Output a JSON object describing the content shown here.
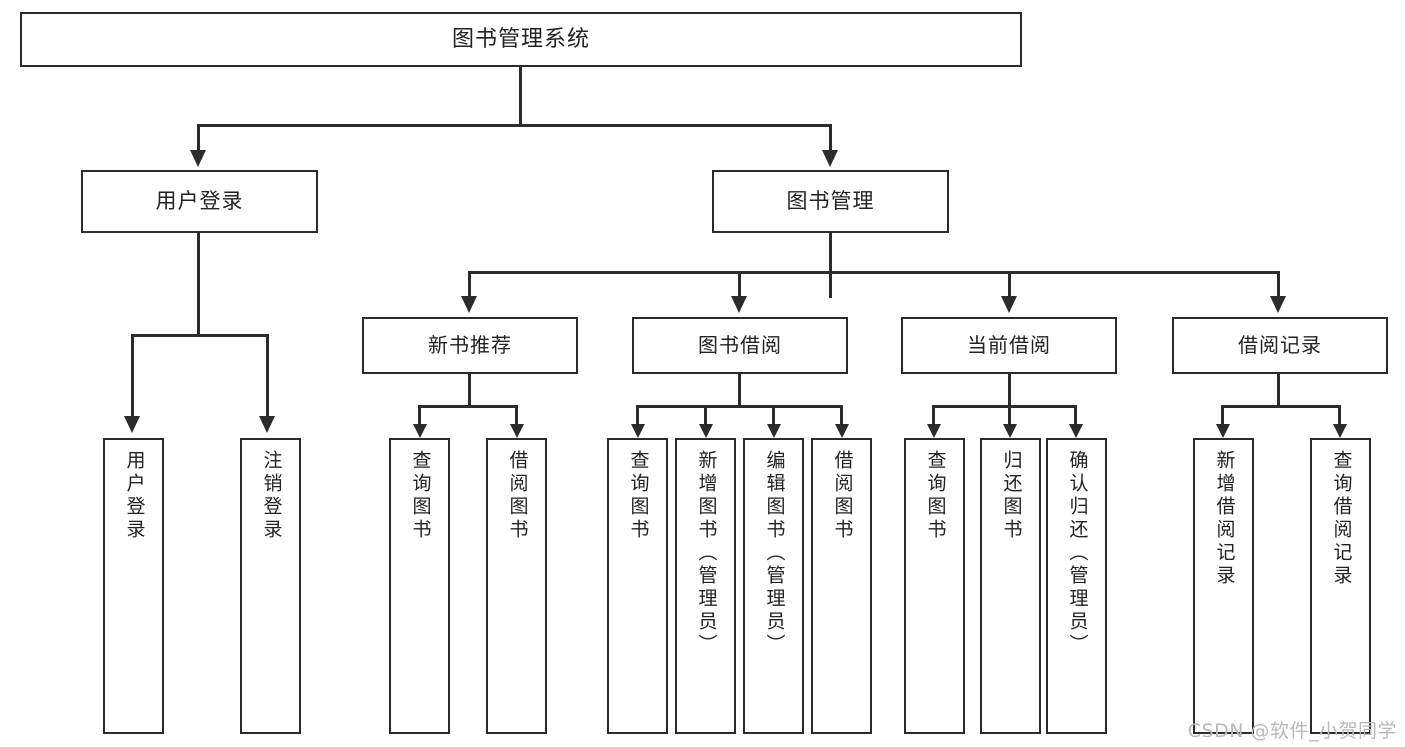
{
  "diagram": {
    "title": "图书管理系统",
    "type": "tree",
    "root": {
      "label": "图书管理系统"
    },
    "level1": [
      {
        "label": "用户登录"
      },
      {
        "label": "图书管理"
      }
    ],
    "level2": [
      {
        "label": "新书推荐"
      },
      {
        "label": "图书借阅"
      },
      {
        "label": "当前借阅"
      },
      {
        "label": "借阅记录"
      }
    ],
    "leaves": {
      "user_login": [
        {
          "label": "用户登录"
        },
        {
          "label": "注销登录"
        }
      ],
      "new_book_recommend": [
        {
          "label": "查询图书"
        },
        {
          "label": "借阅图书"
        }
      ],
      "book_borrow": [
        {
          "label": "查询图书"
        },
        {
          "label": "新增图书（管理员）"
        },
        {
          "label": "编辑图书（管理员）"
        },
        {
          "label": "借阅图书"
        }
      ],
      "current_borrow": [
        {
          "label": "查询图书"
        },
        {
          "label": "归还图书"
        },
        {
          "label": "确认归还（管理员）"
        }
      ],
      "borrow_record": [
        {
          "label": "新增借阅记录"
        },
        {
          "label": "查询借阅记录"
        }
      ]
    }
  },
  "watermark": {
    "text": "CSDN @软件_小贺同学"
  },
  "colors": {
    "stroke": "#2b2b2b",
    "fill": "#ffffff",
    "text": "#222222",
    "watermark": "#b9b9b9"
  }
}
